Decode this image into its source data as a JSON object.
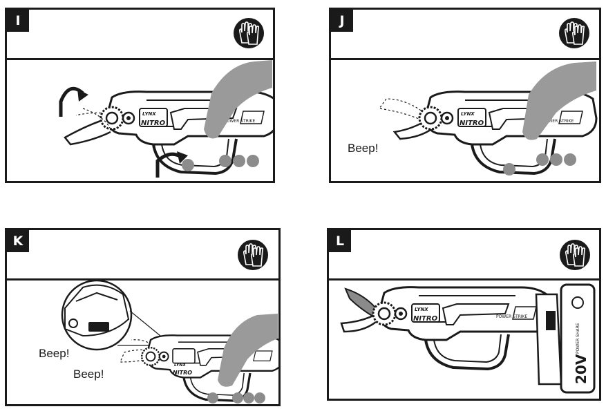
{
  "panels": [
    {
      "letter": "I",
      "glove_icon": "gloves-icon",
      "sounds": []
    },
    {
      "letter": "J",
      "glove_icon": "gloves-icon",
      "sounds": [
        "Beep!"
      ]
    },
    {
      "letter": "K",
      "glove_icon": "gloves-icon",
      "sounds": [
        "Beep!",
        "Beep!"
      ]
    },
    {
      "letter": "L",
      "glove_icon": "gloves-icon",
      "sounds": []
    }
  ],
  "tool": {
    "brand": "LYNX",
    "model": "NITRO",
    "badge": "POWER STRIKE",
    "battery_voltage": "20V",
    "battery_brand": "POWER SHARE"
  },
  "colors": {
    "ink": "#1a1a1a",
    "finger": "#9a9a9a",
    "indicator": "#8c8c8c",
    "blade_highlight": "#8a8a8a"
  }
}
